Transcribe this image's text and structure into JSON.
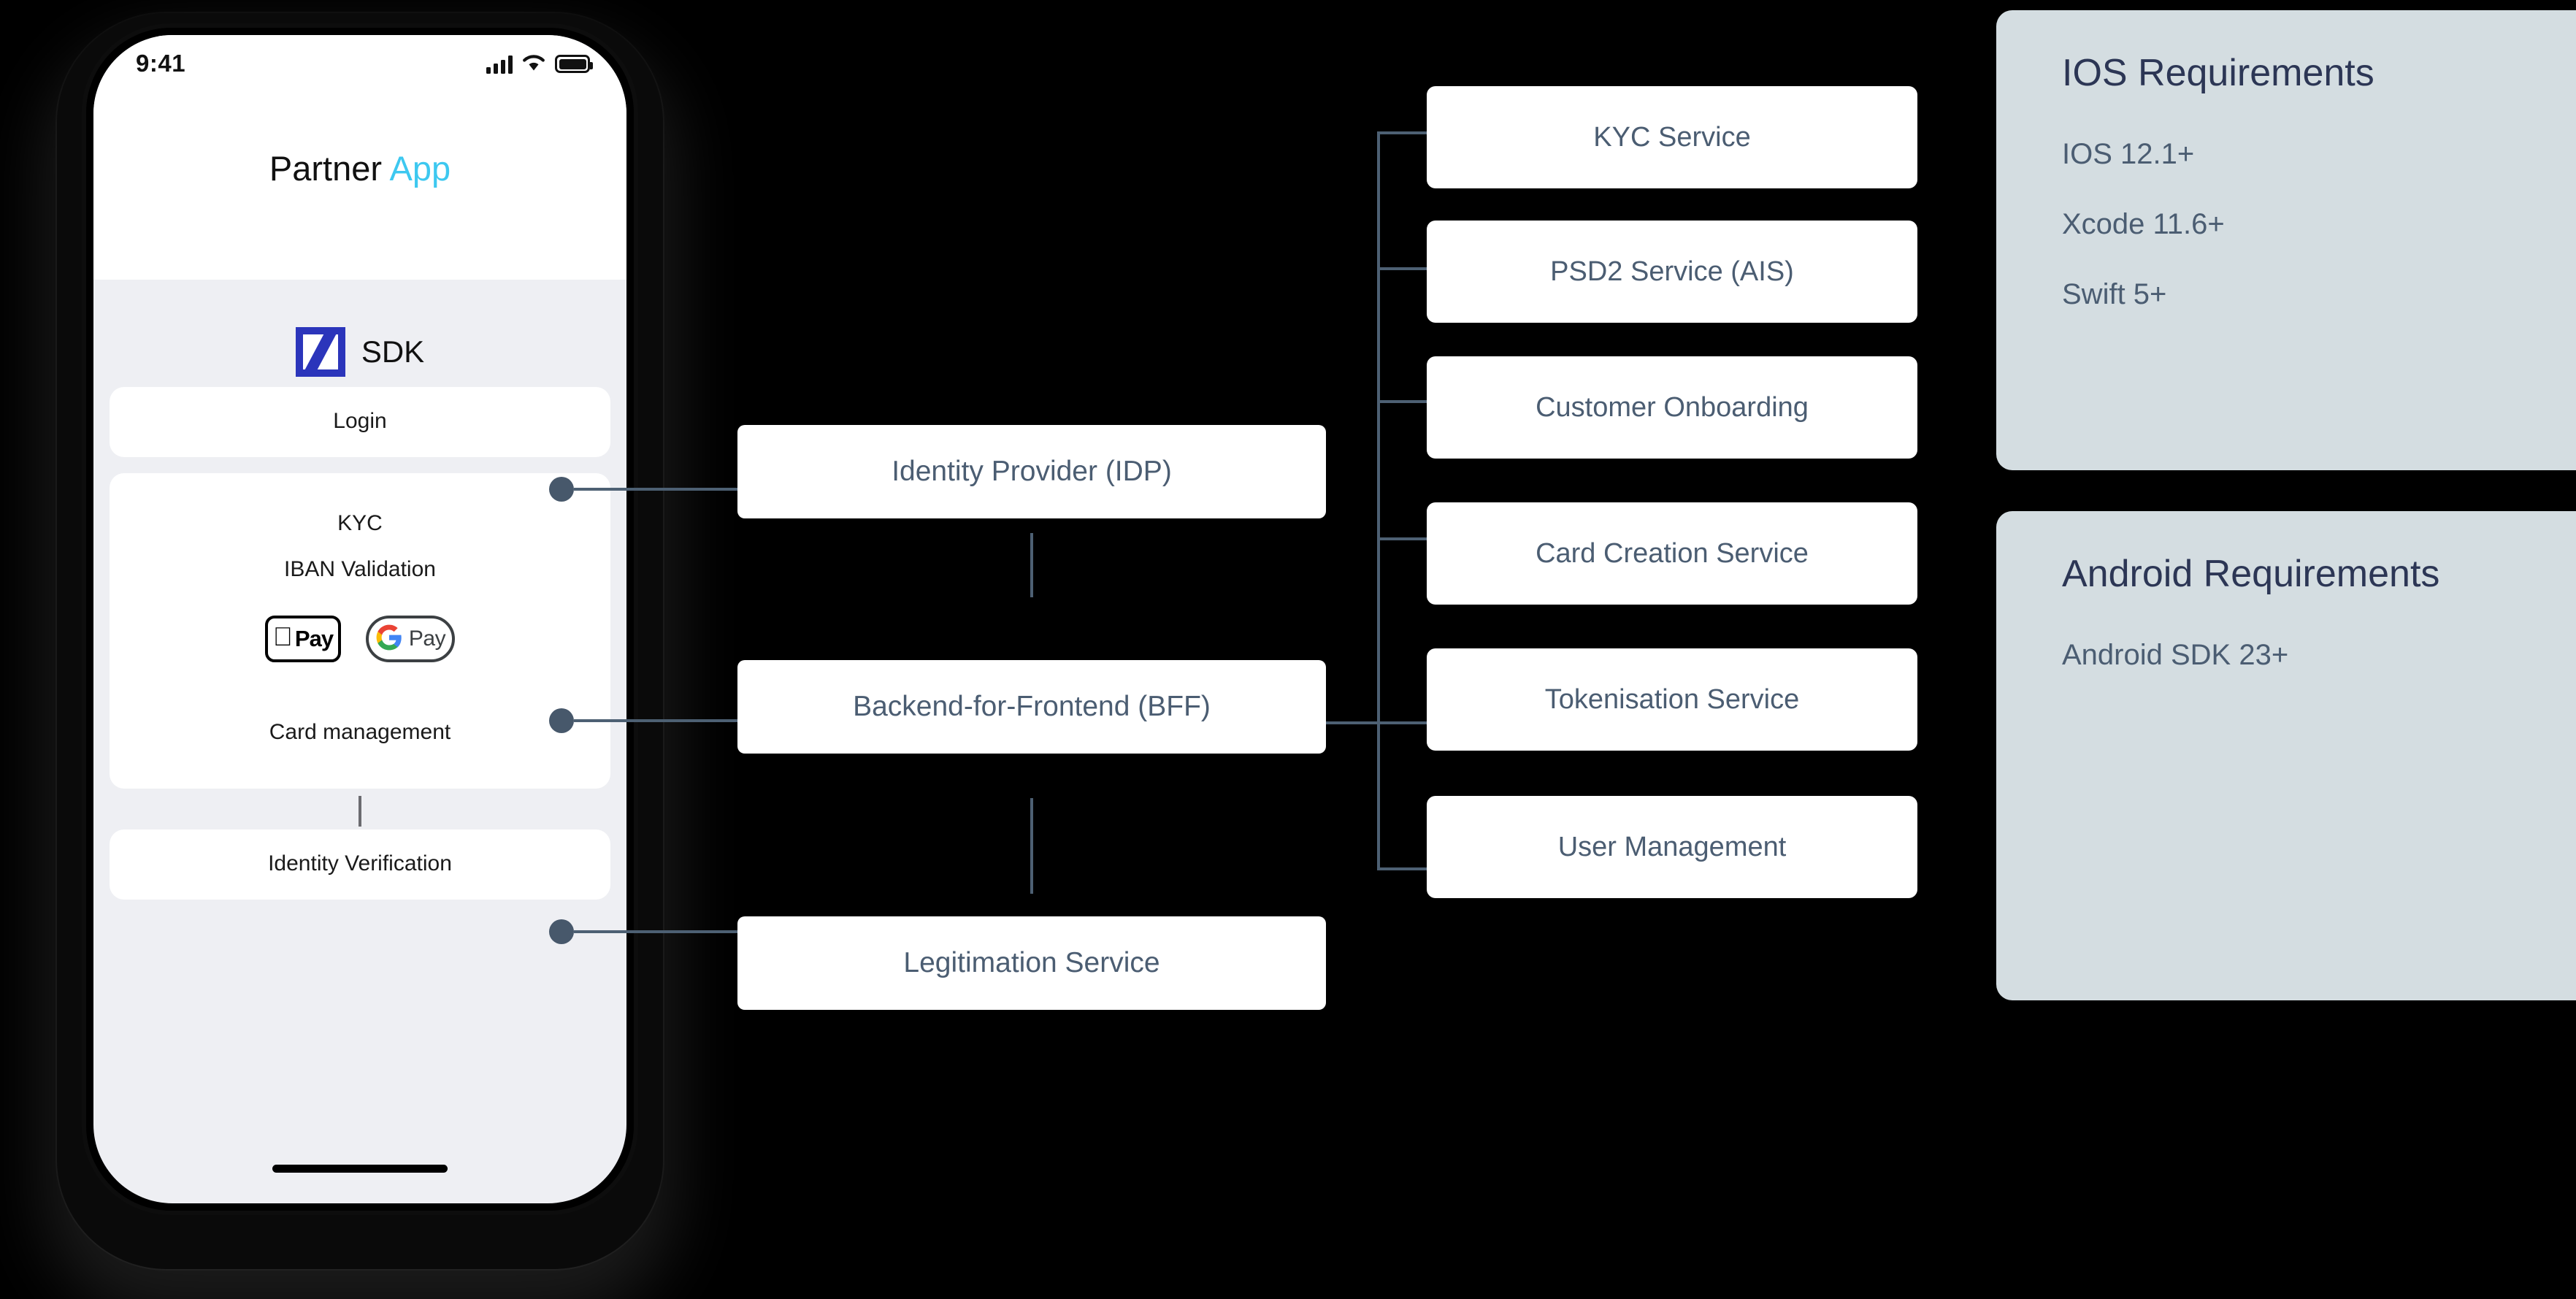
{
  "phone": {
    "status_bar": {
      "time": "9:41",
      "signal_icon": "cellular-signal-icon",
      "wifi_icon": "wifi-icon",
      "battery_icon": "battery-icon"
    },
    "app_title_primary": "Partner ",
    "app_title_accent": "App",
    "accent_color": "#3dc8f0",
    "sdk_logo_icon": "deutsche-bank-logo-icon",
    "sdk_label": "SDK",
    "cards": {
      "login": "Login",
      "kyc": "KYC",
      "iban": "IBAN Validation",
      "card_management": "Card management",
      "identity_verification": "Identity Verification"
    },
    "payment_buttons": {
      "apple_pay": "Pay",
      "apple_icon": "apple-logo-icon",
      "google_pay": "Pay",
      "google_icon": "google-g-logo-icon"
    }
  },
  "middle_column": [
    {
      "label": "Identity Provider (IDP)"
    },
    {
      "label": "Backend-for-Frontend (BFF)"
    },
    {
      "label": "Legitimation Service"
    }
  ],
  "services": [
    {
      "label": "KYC Service"
    },
    {
      "label": "PSD2 Service (AIS)"
    },
    {
      "label": "Customer Onboarding"
    },
    {
      "label": "Card Creation Service"
    },
    {
      "label": "Tokenisation Service"
    },
    {
      "label": "User Management"
    }
  ],
  "requirement_panels": [
    {
      "title": "IOS Requirements",
      "items": [
        "IOS 12.1+",
        "Xcode 11.6+",
        "Swift 5+"
      ]
    },
    {
      "title": "Android Requirements",
      "items": [
        "Android SDK 23+"
      ]
    }
  ],
  "colors": {
    "background": "#000000",
    "box_fill": "#ffffff",
    "box_text": "#4b5d72",
    "connector": "#4d6073",
    "panel_fill": "#d4dde1",
    "panel_title": "#2c3655",
    "phone_screen": "#eeeff3",
    "db_blue": "#2b35bb"
  }
}
